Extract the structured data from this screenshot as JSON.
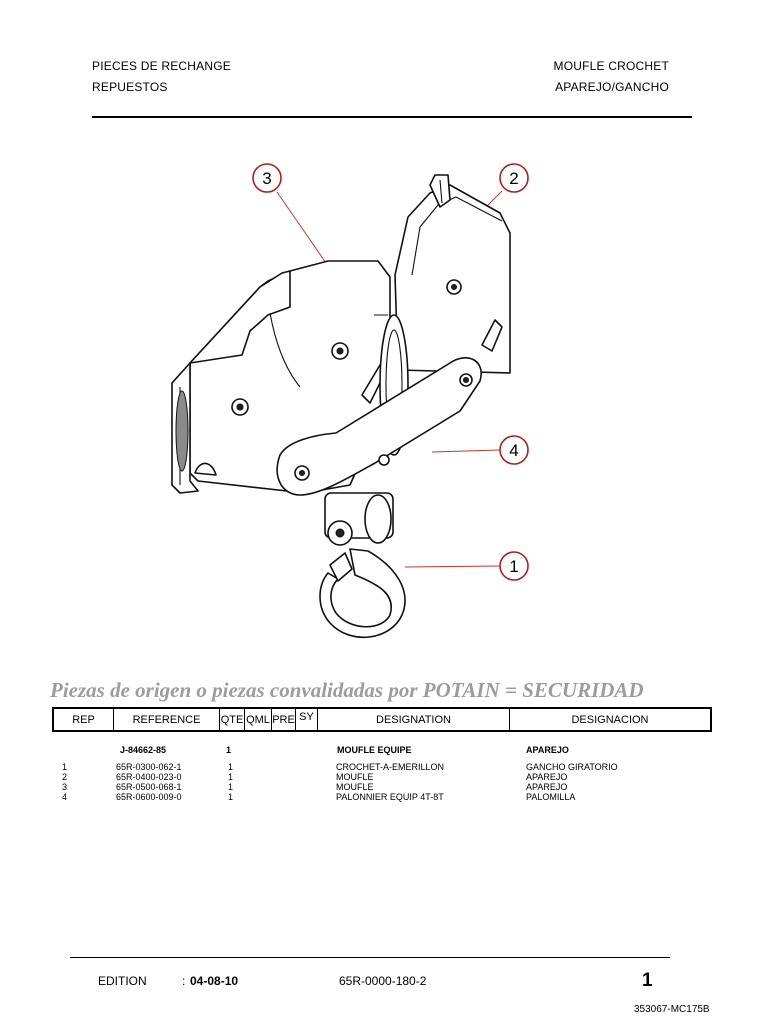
{
  "header": {
    "left_line1": "PIECES DE RECHANGE",
    "left_line2": "REPUESTOS",
    "right_line1": "MOUFLE CROCHET",
    "right_line2": "APAREJO/GANCHO"
  },
  "callouts": [
    "3",
    "2",
    "4",
    "1"
  ],
  "slogan": "Piezas de origen o piezas convalidadas por POTAIN = SECURIDAD",
  "table": {
    "columns": [
      "REP",
      "REFERENCE",
      "QTE",
      "QML",
      "PRE",
      "SY",
      "DESIGNATION",
      "DESIGNACION"
    ],
    "assembly": {
      "rep": "",
      "reference": "J-84662-85",
      "qte": "1",
      "designation": "MOUFLE EQUIPE",
      "designacion": "APAREJO"
    },
    "rows": [
      {
        "rep": "1",
        "reference": "65R-0300-062-1",
        "qte": "1",
        "designation": "CROCHET-A-EMERILLON",
        "designacion": "GANCHO GIRATORIO"
      },
      {
        "rep": "2",
        "reference": "65R-0400-023-0",
        "qte": "1",
        "designation": "MOUFLE",
        "designacion": "APAREJO"
      },
      {
        "rep": "3",
        "reference": "65R-0500-068-1",
        "qte": "1",
        "designation": "MOUFLE",
        "designacion": "APAREJO"
      },
      {
        "rep": "4",
        "reference": "65R-0600-009-0",
        "qte": "1",
        "designation": "PALONNIER EQUIP 4T-8T",
        "designacion": "PALOMILLA"
      }
    ]
  },
  "footer": {
    "edition_label": "EDITION",
    "edition_sep": ":",
    "edition_date": "04-08-10",
    "document_ref": "65R-0000-180-2",
    "page_number": "1",
    "doc_code": "353067-MC175B"
  },
  "colors": {
    "callout_stroke": "#b01e1e",
    "leader": "#c0392b",
    "slogan": "#9c9c9c"
  }
}
